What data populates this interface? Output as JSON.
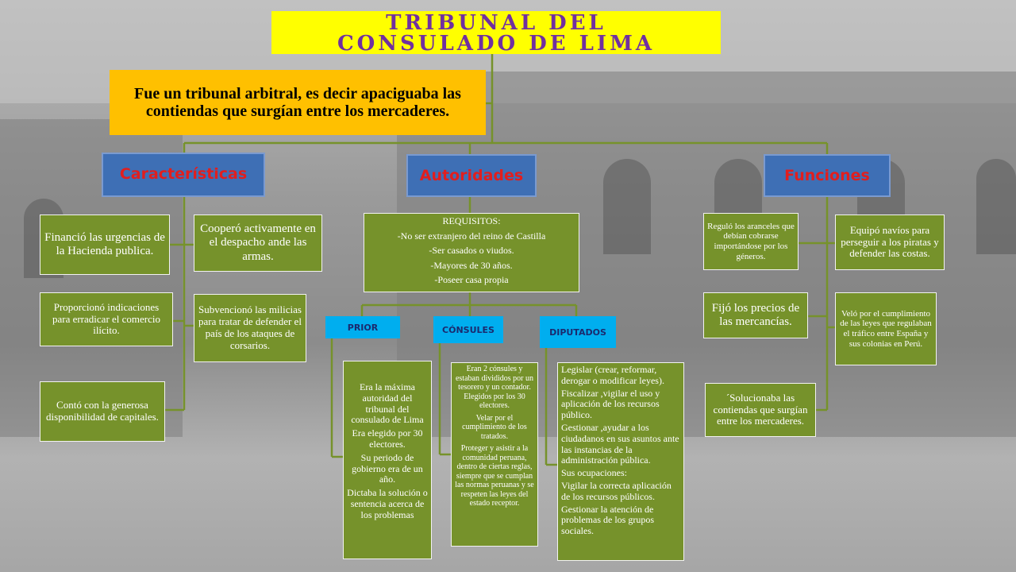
{
  "title": "TRIBUNAL DEL\nCONSULADO DE LIMA",
  "intro": "Fue un tribunal arbitral, es decir apaciguaba las contiendas que surgían entre los mercaderes.",
  "headers": {
    "caracteristicas": "Características",
    "autoridades": "Autoridades",
    "funciones": "Funciones"
  },
  "caracteristicas": {
    "items": [
      "Financió las urgencias de la Hacienda publica.",
      "Cooperó activamente en el despacho ande las armas.",
      "Proporcionó indicaciones para erradicar el comercio ilícito.",
      "Subvencionó las milicias para tratar de defender el país de los ataques de corsarios.",
      "Contó con la generosa disponibilidad de capitales."
    ]
  },
  "autoridades": {
    "requisitos": [
      "REQUISITOS:",
      "-No ser extranjero del reino de Castilla",
      "-Ser casados o viudos.",
      "-Mayores de 30 años.",
      "-Poseer casa propia"
    ],
    "roles": [
      "PRIOR",
      "CÓNSULES",
      "DIPUTADOS"
    ],
    "prior_desc": [
      "Era la máxima autoridad del tribunal del consulado de Lima",
      "Era elegido por 30 electores.",
      "Su periodo de gobierno era de un año.",
      "Dictaba la solución o sentencia acerca de los problemas"
    ],
    "consules_desc": [
      "Eran 2 cónsules y estaban divididos por un tesorero y un contador. Elegidos por los 30 electores.",
      "Velar por el cumplimiento de los tratados.",
      "Proteger y asistir a la comunidad peruana, dentro de ciertas reglas, siempre que se cumplan las normas peruanas y se respeten las leyes del estado receptor."
    ],
    "diputados_desc": [
      "Legislar (crear, reformar, derogar o modificar leyes).",
      " Fiscalizar ,vigilar el uso y aplicación de los recursos público.",
      " Gestionar ,ayudar a los ciudadanos en sus asuntos ante las instancias de la administración pública.",
      "Sus ocupaciones:",
      "Vigilar la correcta aplicación de los recursos públicos.",
      " Gestionar la atención de problemas de los grupos sociales."
    ]
  },
  "funciones": {
    "items": [
      "Reguló los aranceles que debían cobrarse importándose por los géneros.",
      "Equipó navíos para perseguir a los piratas y defender las costas.",
      "Fijó los precios de las mercancías.",
      "Veló por el cumplimiento de las leyes que regulaban el tráfico entre España y sus colonias en Perú.",
      "´Solucionaba las contiendas que surgían entre los mercaderes."
    ]
  },
  "colors": {
    "title_bg": "#ffff00",
    "title_text": "#7030a0",
    "intro_bg": "#ffc000",
    "header_bg": "#3e6fb5",
    "header_text": "#e11e1e",
    "box_bg": "#76922b",
    "role_bg": "#00aeef",
    "connector": "#76922b"
  }
}
